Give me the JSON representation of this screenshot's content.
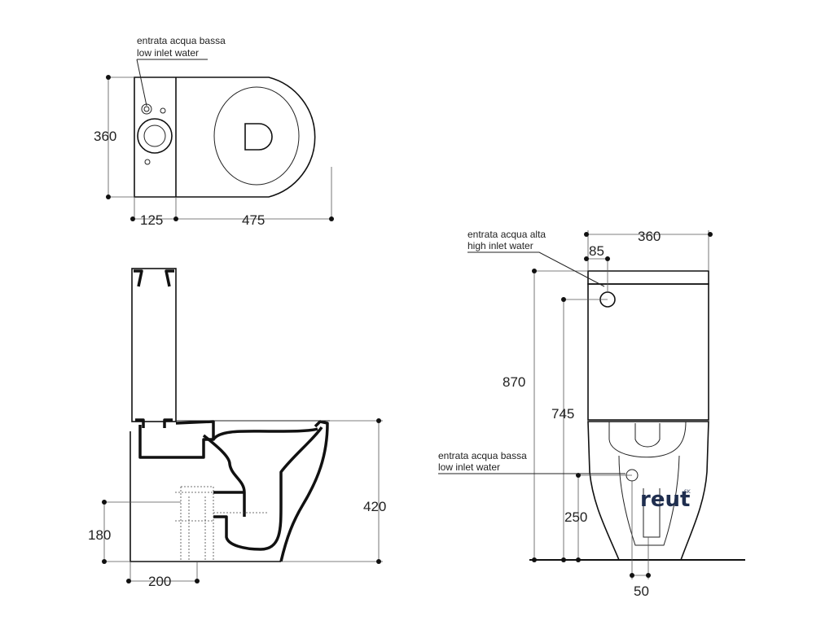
{
  "brand": {
    "logo_text": "reut",
    "logo_sup": "SK"
  },
  "notes": {
    "top_low_inlet_it": "entrata acqua bassa",
    "top_low_inlet_en": "low inlet water",
    "front_high_inlet_it": "entrata acqua alta",
    "front_high_inlet_en": "high inlet water",
    "front_low_inlet_it": "entrata acqua bassa",
    "front_low_inlet_en": "low inlet water"
  },
  "dimensions": {
    "top": {
      "width": "360",
      "tank_depth": "125",
      "bowl_depth": "475"
    },
    "side": {
      "height": "420",
      "outlet_height": "180",
      "outlet_offset": "200"
    },
    "front": {
      "total_height": "870",
      "high_inlet_height": "745",
      "low_inlet_height": "250",
      "width": "360",
      "high_inlet_offset": "85",
      "low_inlet_offset": "50"
    }
  }
}
